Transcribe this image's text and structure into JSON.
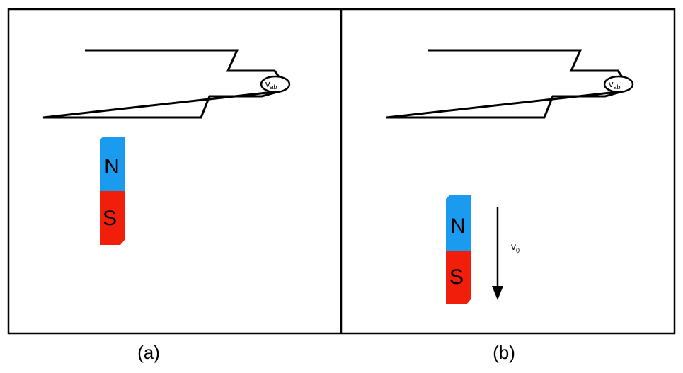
{
  "colors": {
    "north": "#1a9bf0",
    "south": "#f01e0a",
    "outline": "#000000"
  },
  "panels": [
    {
      "caption": "(a)",
      "meter": {
        "symbol": "v",
        "subscript": "ab"
      },
      "magnet": {
        "north_label": "N",
        "south_label": "S"
      }
    },
    {
      "caption": "(b)",
      "meter": {
        "symbol": "v",
        "subscript": "ab"
      },
      "magnet": {
        "north_label": "N",
        "south_label": "S"
      },
      "velocity": {
        "symbol": "v",
        "subscript": "0",
        "direction": "down"
      }
    }
  ]
}
